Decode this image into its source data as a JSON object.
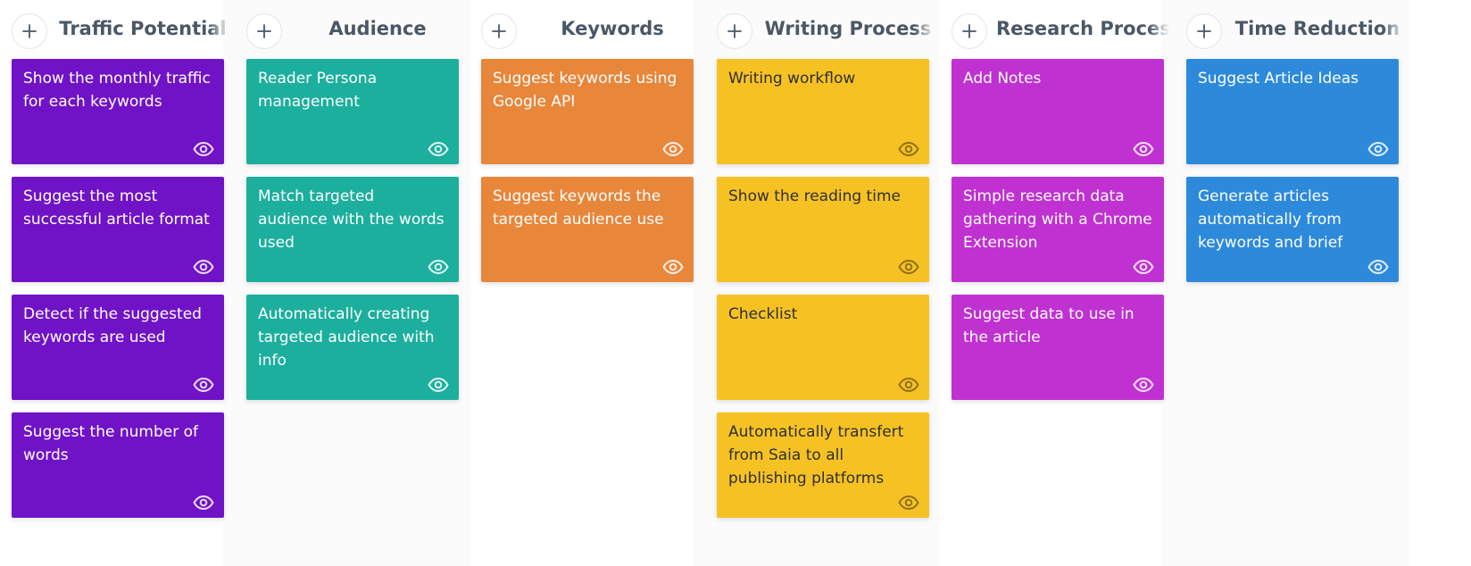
{
  "columns": [
    {
      "title": "Traffic Potential",
      "color": "#7013c6",
      "text_tone": "light",
      "cards": [
        "Show the monthly traffic for each keywords",
        "Suggest the most successful article format",
        "Detect if the suggested keywords are used",
        "Suggest the number of words"
      ]
    },
    {
      "title": "Audience",
      "color": "#1caf9d",
      "text_tone": "light",
      "cards": [
        "Reader Persona management",
        "Match targeted audience with the words used",
        "Automatically creating targeted audience with info"
      ]
    },
    {
      "title": "Keywords",
      "color": "#e8863a",
      "text_tone": "light",
      "cards": [
        "Suggest keywords using Google API",
        "Suggest keywords the targeted audience use"
      ]
    },
    {
      "title": "Writing Process",
      "color": "#f6c223",
      "text_tone": "dark",
      "cards": [
        "Writing workflow",
        "Show the reading time",
        "Checklist",
        "Automatically transfert from Saia to all publishing platforms"
      ]
    },
    {
      "title": "Research Process",
      "color": "#c031d2",
      "text_tone": "light",
      "cards": [
        "Add Notes",
        "Simple research data gathering with a Chrome Extension",
        "Suggest data to use in the article"
      ]
    },
    {
      "title": "Time Reduction",
      "color": "#2d8adb",
      "text_tone": "light",
      "cards": [
        "Suggest Article Ideas",
        "Generate articles automatically from keywords and brief"
      ]
    }
  ],
  "icons": {
    "add": "plus-icon",
    "view": "eye-icon"
  }
}
